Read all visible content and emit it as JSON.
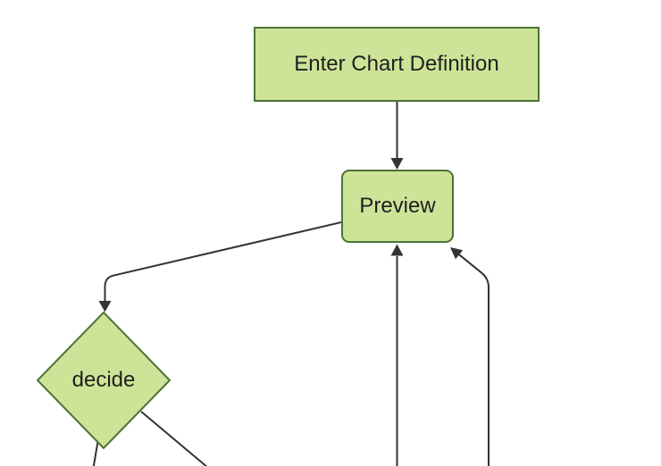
{
  "diagram": {
    "type": "flowchart",
    "direction": "top-down",
    "colors": {
      "background": "#ffffff",
      "node_fill": "#cde498",
      "node_border": "#4c7235",
      "edge_color": "#333333",
      "text_color": "#1f1f1f"
    },
    "nodes": [
      {
        "id": "enter-chart-definition",
        "label": "Enter Chart Definition",
        "shape": "rectangle"
      },
      {
        "id": "preview",
        "label": "Preview",
        "shape": "rounded-rectangle"
      },
      {
        "id": "decide",
        "label": "decide",
        "shape": "diamond"
      }
    ],
    "edges": [
      {
        "from": "enter-chart-definition",
        "to": "preview",
        "arrow": "into top of Preview"
      },
      {
        "from": "preview",
        "to": "decide",
        "arrow": "into top of decide diamond"
      },
      {
        "from": "decide",
        "to": "offscreen-bottom-left",
        "arrow": "cut off by bottom edge"
      },
      {
        "from": "decide",
        "to": "offscreen-bottom-right",
        "arrow": "cut off by bottom edge"
      },
      {
        "from": "offscreen-bottom",
        "to": "preview",
        "arrow": "vertical line up into bottom of Preview"
      },
      {
        "from": "offscreen-bottom-right",
        "to": "preview",
        "arrow": "vertical then diagonal into bottom-right corner of Preview"
      }
    ]
  }
}
